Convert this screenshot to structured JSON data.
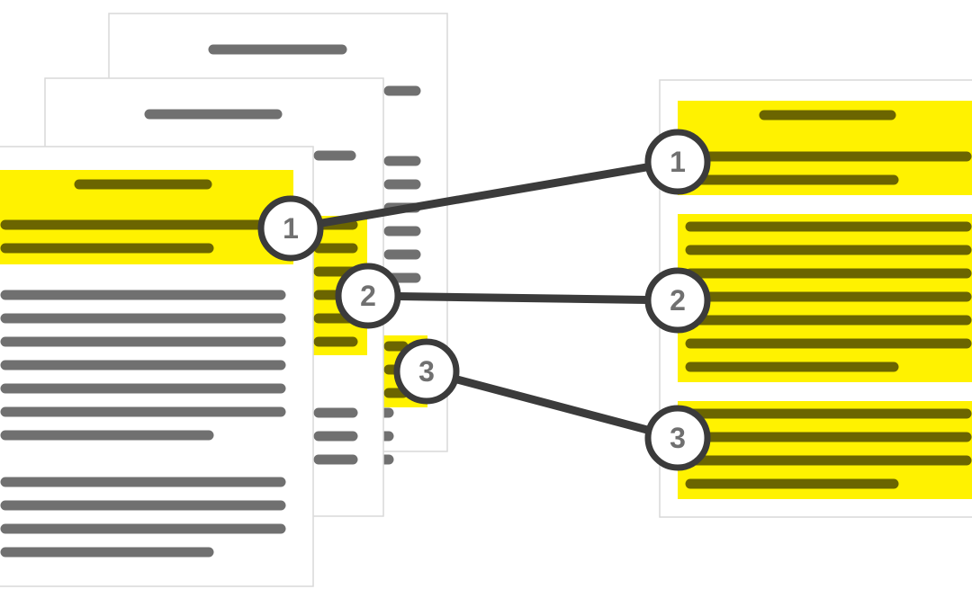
{
  "diagram": {
    "colors": {
      "background": "#ffffff",
      "page_fill": "#ffffff",
      "page_border": "#d9d9d9",
      "text_line": "#707070",
      "text_line_on_highlight": "#6b6500",
      "highlight": "#fff200",
      "connector": "#3b3b3b",
      "marker_fill": "#ffffff",
      "marker_text": "#707070"
    },
    "markers": [
      {
        "id": "1",
        "source_label": "1",
        "target_label": "1"
      },
      {
        "id": "2",
        "source_label": "2",
        "target_label": "2"
      },
      {
        "id": "3",
        "source_label": "3",
        "target_label": "3"
      }
    ]
  }
}
